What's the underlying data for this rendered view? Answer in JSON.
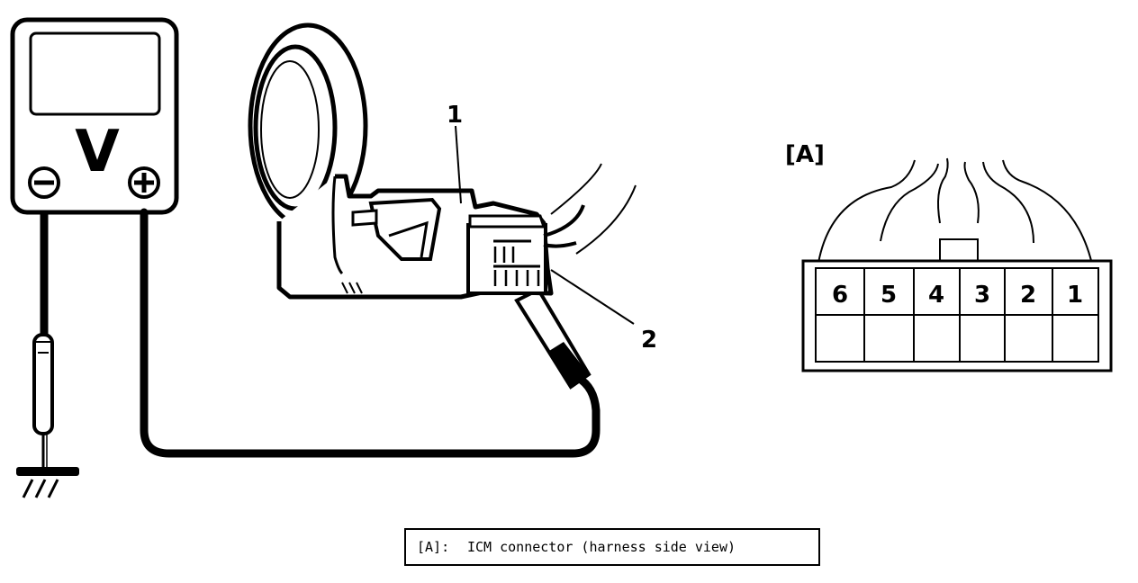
{
  "meter": {
    "symbol": "V"
  },
  "callouts": {
    "item1": "1",
    "item2": "2"
  },
  "connector": {
    "view_label": "[A]",
    "pins": [
      "6",
      "5",
      "4",
      "3",
      "2",
      "1"
    ]
  },
  "legend": {
    "key": "[A]:",
    "text": "ICM connector (harness side view)"
  }
}
